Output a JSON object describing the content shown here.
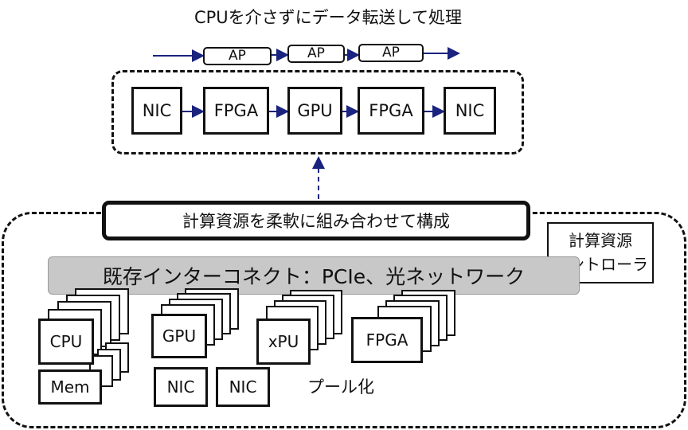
{
  "title": "CPUを介さずにデータ転送して処理",
  "ap_labels": [
    "AP",
    "AP",
    "AP"
  ],
  "pipeline": [
    "NIC",
    "FPGA",
    "GPU",
    "FPGA",
    "NIC"
  ],
  "compose_label": "計算資源を柔軟に組み合わせて構成",
  "controller": {
    "line1": "計算資源",
    "line2": "コントローラ"
  },
  "interconnect_label": "既存インターコネクト：PCIe、光ネットワーク",
  "pools": {
    "cpu": "CPU",
    "mem": "Mem",
    "gpu": "GPU",
    "xpu": "xPU",
    "fpga": "FPGA",
    "nic1": "NIC",
    "nic2": "NIC"
  },
  "pool_label": "プール化",
  "colors": {
    "arrow": "#1a237e",
    "line": "#111111",
    "interconnect": "#c8c8c8"
  }
}
